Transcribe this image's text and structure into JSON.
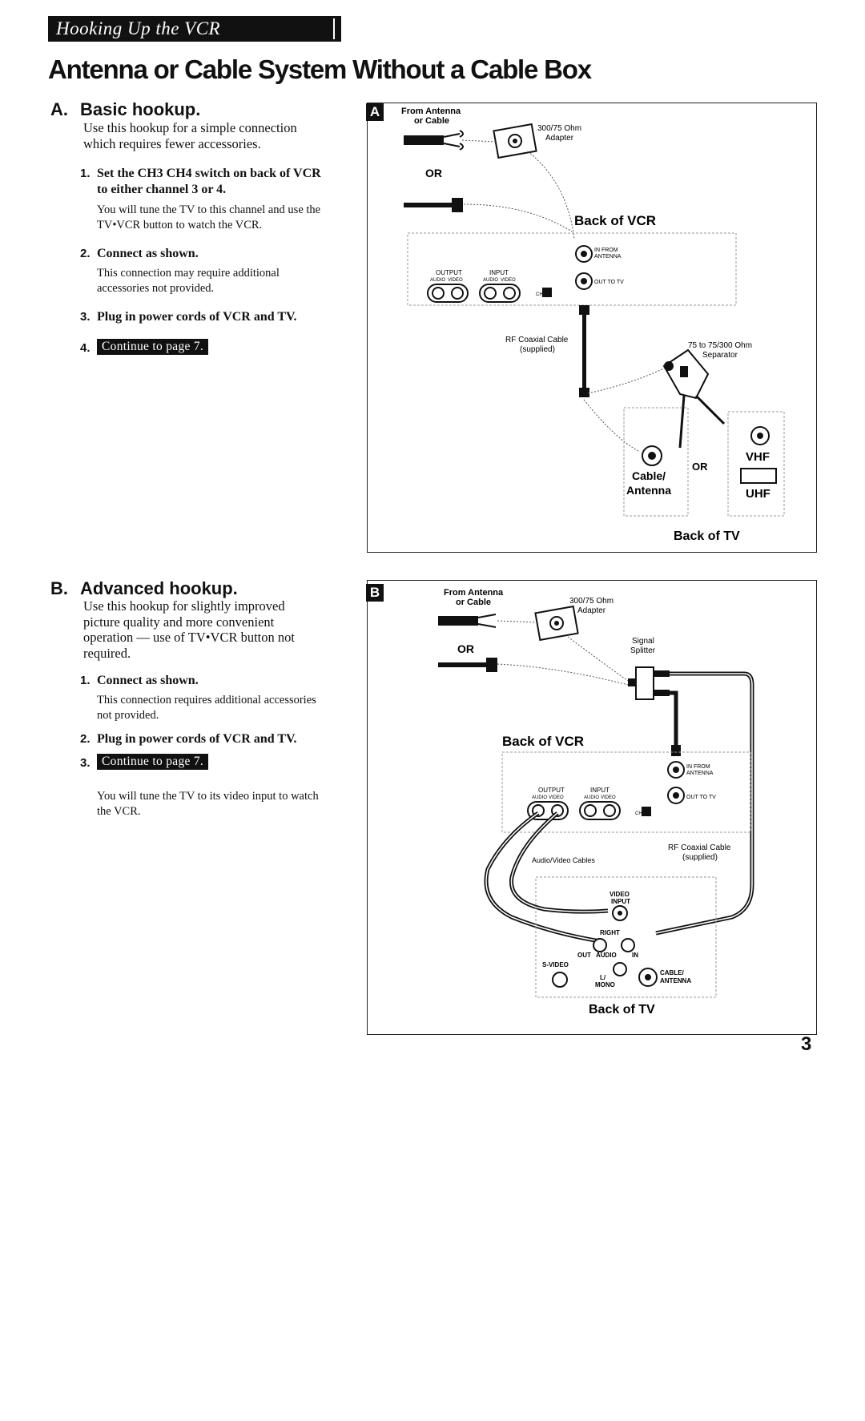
{
  "header": {
    "section": "Hooking Up the VCR",
    "title": "Antenna or Cable System Without a Cable Box"
  },
  "section_a": {
    "letter": "A.",
    "heading": "Basic hookup.",
    "intro": [
      "Use this hookup for a simple connection",
      "which requires fewer accessories."
    ],
    "steps": [
      {
        "num": "1.",
        "title": [
          "Set the CH3 CH4 switch on back of VCR",
          "to either channel 3 or 4."
        ],
        "sub": [
          "You will tune the TV to this channel and use the",
          "TV•VCR button to watch the VCR."
        ]
      },
      {
        "num": "2.",
        "title": [
          "Connect as shown."
        ],
        "sub": [
          "This connection may require additional",
          "accessories not provided."
        ]
      },
      {
        "num": "3.",
        "title": [
          "Plug in power cords of VCR and TV."
        ],
        "sub": []
      }
    ],
    "continue_num": "4.",
    "continue_label": "Continue to page 7."
  },
  "section_b": {
    "letter": "B.",
    "heading": "Advanced hookup.",
    "intro": [
      "Use this hookup for slightly improved",
      "picture quality and more convenient",
      "operation — use of TV•VCR button not",
      "required."
    ],
    "steps": [
      {
        "num": "1.",
        "title": [
          "Connect as shown."
        ],
        "sub": [
          "This connection requires additional accessories",
          "not provided."
        ]
      },
      {
        "num": "2.",
        "title": [
          "Plug in power cords of VCR and TV."
        ],
        "sub": []
      }
    ],
    "continue_num": "3.",
    "continue_label": "Continue to page 7.",
    "note": [
      "You will tune the TV to its video input to watch",
      "the VCR."
    ]
  },
  "diagram_a": {
    "tag": "A",
    "from_antenna": [
      "From Antenna",
      "or Cable"
    ],
    "adapter": [
      "300/75 Ohm",
      "Adapter"
    ],
    "or1": "OR",
    "back_of_vcr": "Back of VCR",
    "output": "OUTPUT",
    "input": "INPUT",
    "audio": "AUDIO",
    "video": "VIDEO",
    "ch": "CH",
    "in_from_antenna": [
      "IN FROM",
      "ANTENNA"
    ],
    "out_to_tv": "OUT TO TV",
    "rf_cable": [
      "RF Coaxial Cable",
      "(supplied)"
    ],
    "separator": [
      "75 to 75/300 Ohm",
      "Separator"
    ],
    "cable_antenna": [
      "Cable/",
      "Antenna"
    ],
    "or2": "OR",
    "vhf": "VHF",
    "uhf": "UHF",
    "back_of_tv": "Back of TV"
  },
  "diagram_b": {
    "tag": "B",
    "from_antenna": [
      "From Antenna",
      "or Cable"
    ],
    "adapter": [
      "300/75 Ohm",
      "Adapter"
    ],
    "or1": "OR",
    "splitter": [
      "Signal",
      "Splitter"
    ],
    "back_of_vcr": "Back of VCR",
    "output": "OUTPUT",
    "input": "INPUT",
    "audio": "AUDIO",
    "video": "VIDEO",
    "ch": "CH",
    "in_from_antenna": [
      "IN FROM",
      "ANTENNA"
    ],
    "out_to_tv": "OUT TO TV",
    "rf_cable": [
      "RF Coaxial Cable",
      "(supplied)"
    ],
    "av_cables": "Audio/Video Cables",
    "video_input": [
      "VIDEO",
      "INPUT"
    ],
    "right": "RIGHT",
    "out": "OUT",
    "audio_label": "AUDIO",
    "in": "IN",
    "svideo": "S-VIDEO",
    "l_mono": [
      "L/",
      "MONO"
    ],
    "cable_antenna": [
      "CABLE/",
      "ANTENNA"
    ],
    "back_of_tv": "Back of TV"
  },
  "page_number": "3"
}
